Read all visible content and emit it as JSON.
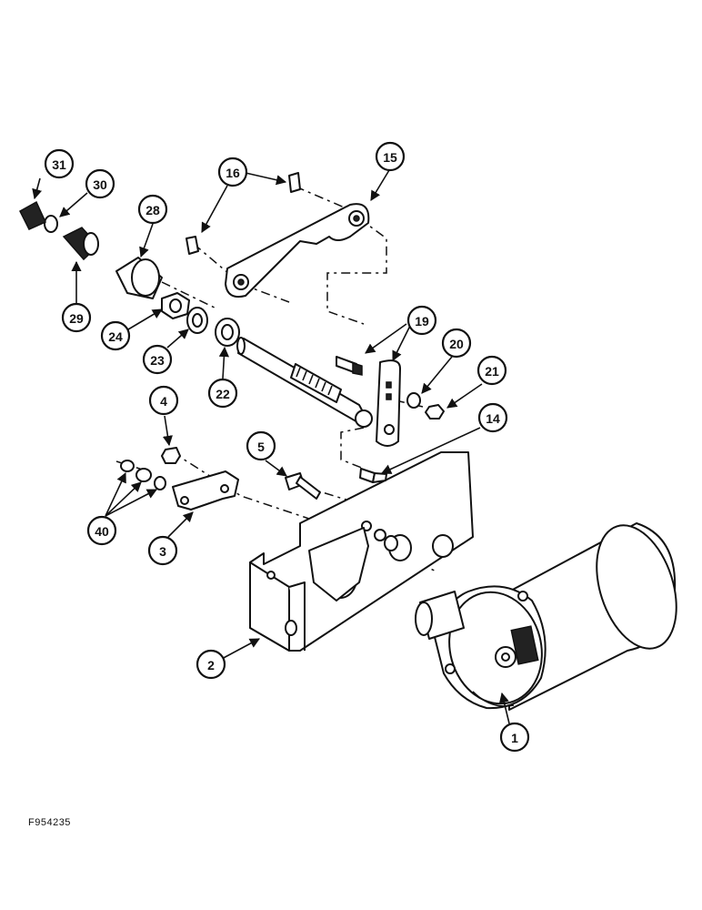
{
  "figure_code": "F954235",
  "callouts": [
    {
      "label": "31"
    },
    {
      "label": "30"
    },
    {
      "label": "28"
    },
    {
      "label": "16"
    },
    {
      "label": "15"
    },
    {
      "label": "29"
    },
    {
      "label": "24"
    },
    {
      "label": "23"
    },
    {
      "label": "22"
    },
    {
      "label": "19"
    },
    {
      "label": "20"
    },
    {
      "label": "21"
    },
    {
      "label": "14"
    },
    {
      "label": "4"
    },
    {
      "label": "5"
    },
    {
      "label": "40"
    },
    {
      "label": "3"
    },
    {
      "label": "2"
    },
    {
      "label": "1"
    }
  ]
}
